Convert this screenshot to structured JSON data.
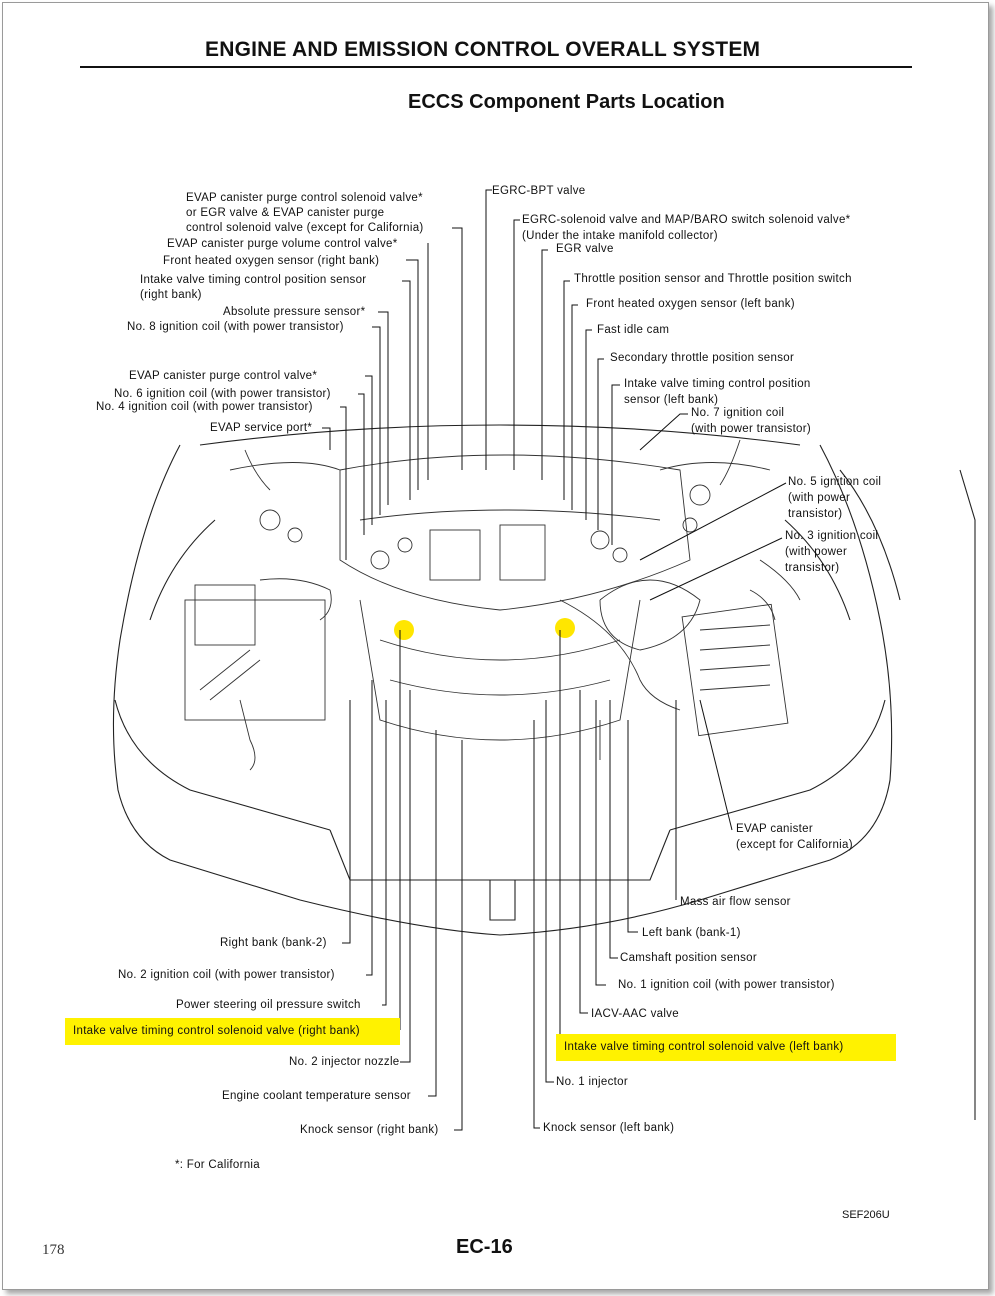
{
  "header": {
    "title": "ENGINE AND EMISSION CONTROL OVERALL SYSTEM",
    "subtitle": "ECCS Component Parts Location"
  },
  "labels": {
    "evap_purge_solenoid": [
      "EVAP canister purge control solenoid valve*",
      "or EGR valve & EVAP canister purge",
      "control solenoid valve (except for California)"
    ],
    "evap_purge_volume": "EVAP canister purge volume control valve*",
    "front_o2_right": "Front heated oxygen sensor (right bank)",
    "ivt_sensor_right": [
      "Intake valve timing control position sensor",
      "(right bank)"
    ],
    "abs_pressure": "Absolute pressure sensor*",
    "coil_8": "No. 8 ignition coil (with power transistor)",
    "evap_purge_valve": "EVAP canister purge control valve*",
    "coil_6": "No. 6 ignition coil (with power transistor)",
    "coil_4": "No. 4 ignition coil (with power transistor)",
    "evap_service_port": "EVAP service port*",
    "egrc_bpt": "EGRC-BPT valve",
    "egrc_solenoid": [
      "EGRC-solenoid valve and MAP/BARO switch solenoid valve*",
      "(Under the intake manifold collector)"
    ],
    "egr_valve": "EGR valve",
    "throttle_sensor": "Throttle position sensor and Throttle position switch",
    "front_o2_left": "Front heated oxygen sensor (left bank)",
    "fast_idle_cam": "Fast idle cam",
    "secondary_throttle": "Secondary throttle position sensor",
    "ivt_sensor_left": [
      "Intake valve timing control position",
      "sensor (left bank)"
    ],
    "coil_7": [
      "No. 7 ignition coil",
      "(with power transistor)"
    ],
    "coil_5": [
      "No. 5 ignition coil",
      "(with power",
      "transistor)"
    ],
    "coil_3": [
      "No. 3 ignition coil",
      "(with power",
      "transistor)"
    ],
    "evap_canister": [
      "EVAP canister",
      "(except for California)"
    ],
    "maf": "Mass air flow sensor",
    "left_bank": "Left bank (bank-1)",
    "camshaft": "Camshaft position sensor",
    "coil_1": "No. 1 ignition coil (with power transistor)",
    "iacv": "IACV-AAC valve",
    "ivt_solenoid_left": "Intake valve timing control solenoid valve (left bank)",
    "injector_1": "No. 1 injector",
    "knock_left": "Knock sensor (left bank)",
    "right_bank": "Right bank (bank-2)",
    "coil_2": "No. 2 ignition coil (with power transistor)",
    "ps_switch": "Power steering oil pressure switch",
    "ivt_solenoid_right": "Intake valve timing control solenoid valve (right bank)",
    "injector_2": "No. 2 injector nozzle",
    "coolant_temp": "Engine coolant temperature sensor",
    "knock_right": "Knock sensor (right bank)"
  },
  "footnote": "*: For California",
  "figure_code": "SEF206U",
  "page_number": "178",
  "section_page": "EC-16",
  "colors": {
    "highlight": "#fff200",
    "marker": "#ffe600"
  }
}
